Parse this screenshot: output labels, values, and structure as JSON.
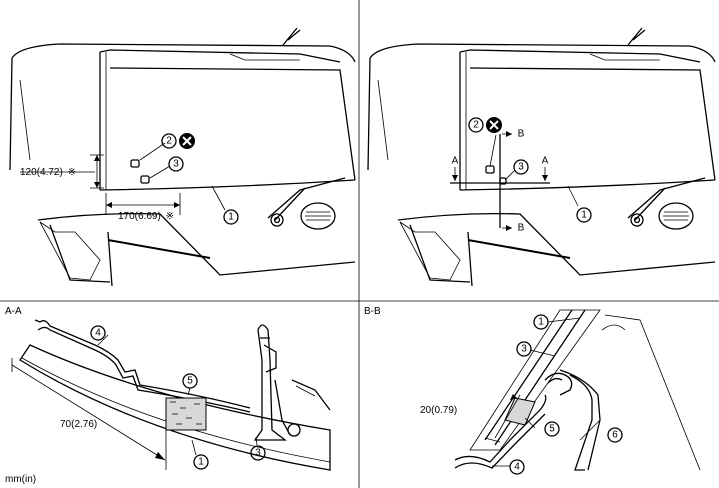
{
  "panels": {
    "top_left": {
      "dimension_vertical": "120(4.72)",
      "dimension_horizontal": "170(6.69)",
      "callouts": [
        "1",
        "2",
        "3"
      ]
    },
    "top_right": {
      "section_a": "A",
      "section_b": "B",
      "callouts": [
        "1",
        "2",
        "3"
      ]
    },
    "bottom_left": {
      "title": "A-A",
      "dimension": "70(2.76)",
      "callouts": [
        "1",
        "3",
        "4",
        "5"
      ]
    },
    "bottom_right": {
      "title": "B-B",
      "dimension": "20(0.79)",
      "callouts": [
        "1",
        "3",
        "4",
        "5",
        "6"
      ]
    }
  },
  "symbols": {
    "asterisk": "※"
  },
  "unit_note": "mm(in)"
}
